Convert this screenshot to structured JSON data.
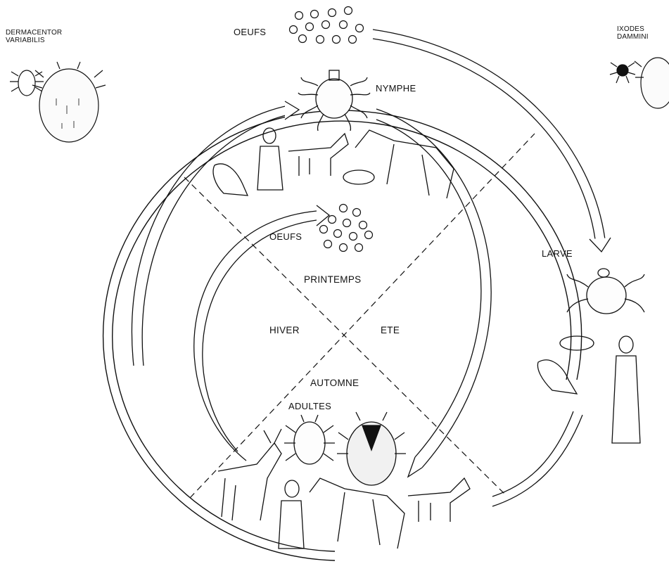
{
  "species": {
    "left_line1": "DERMACENTOR",
    "left_line2": "VARIABILIS",
    "right_line1": "IXODES",
    "right_line2": "DAMMINI"
  },
  "stages": {
    "eggs_top": "OEUFS",
    "nymph": "NYMPHE",
    "eggs_center": "OEUFS",
    "larva": "LARVE",
    "adults": "ADULTES"
  },
  "seasons": {
    "spring": "PRINTEMPS",
    "winter": "HIVER",
    "summer": "ETE",
    "autumn": "AUTOMNE"
  }
}
